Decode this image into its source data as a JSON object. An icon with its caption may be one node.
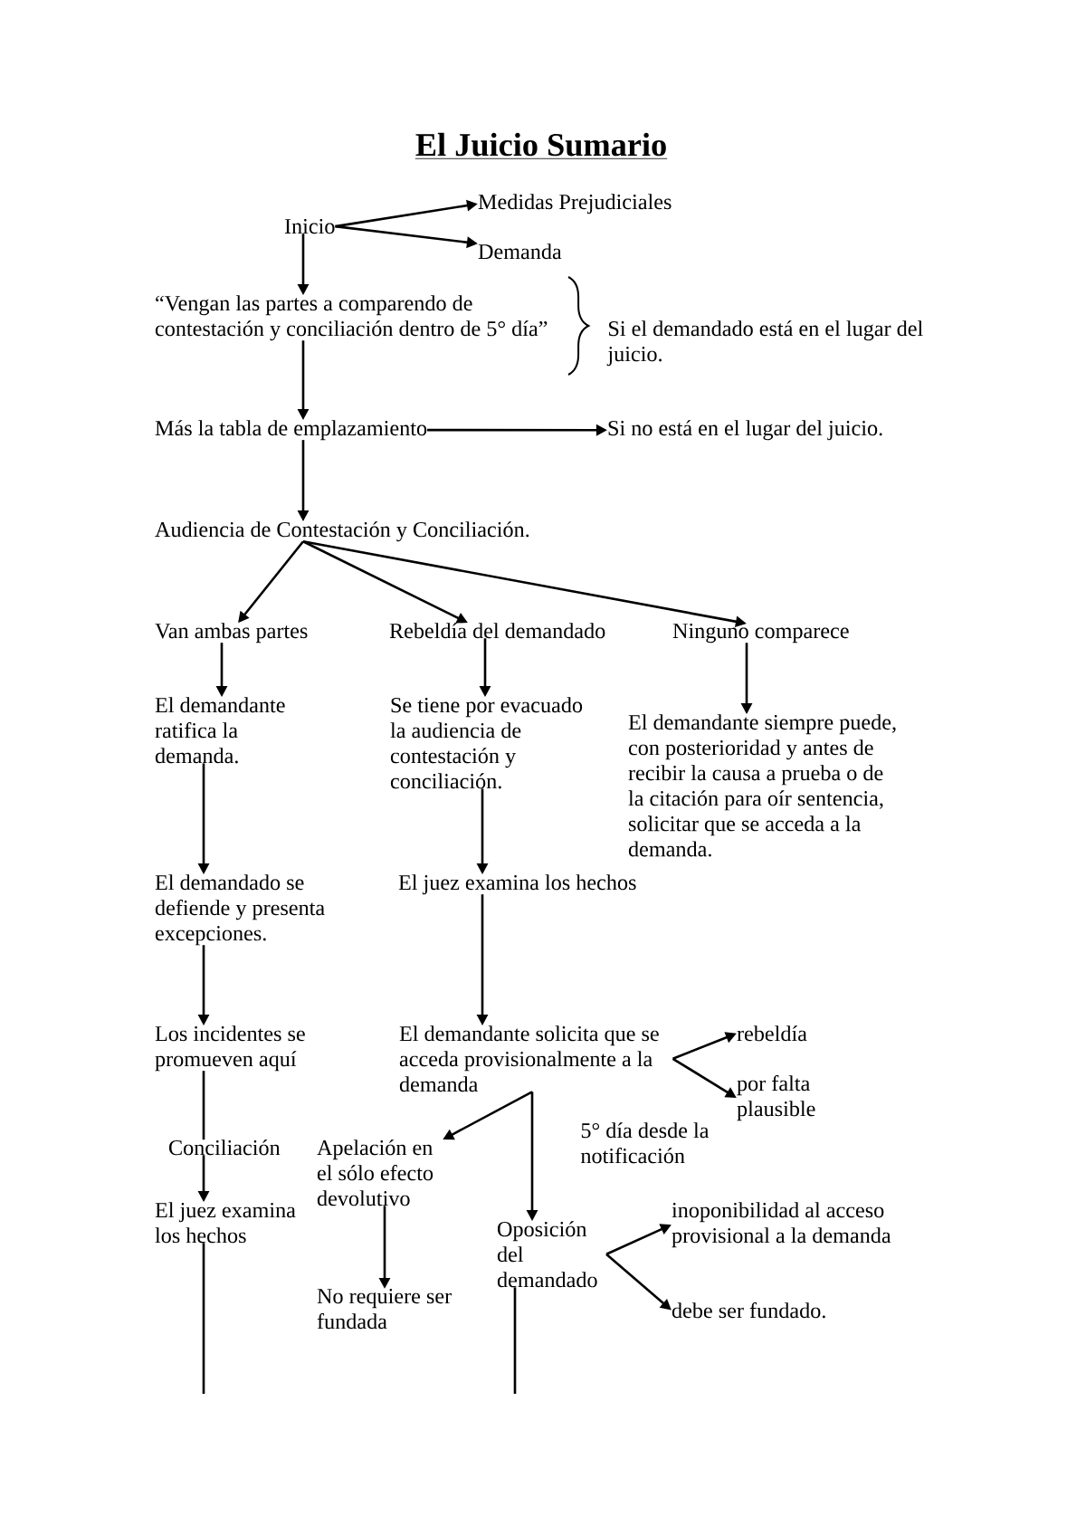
{
  "diagram": {
    "title": "El Juicio Sumario",
    "nodes": [
      {
        "text": [
          "Inicio"
        ]
      },
      {
        "text": [
          "Medidas Prejudiciales"
        ]
      },
      {
        "text": [
          "Demanda"
        ]
      },
      {
        "text": [
          "“Vengan las partes a comparendo de contestación y conciliación dentro de 5° día”"
        ]
      },
      {
        "text": [
          "Más la tabla de emplazamiento"
        ]
      },
      {
        "text": [
          "Si no está en el lugar del juicio."
        ]
      },
      {
        "text": [
          "Audiencia de Contestación y Conciliación."
        ]
      },
      {
        "text": [
          "Van ambas partes"
        ]
      },
      {
        "text": [
          "Rebeldía del demandado"
        ]
      },
      {
        "text": [
          "Ninguno comparece"
        ]
      },
      {
        "text": [
          "El demandante ratifica la demanda."
        ]
      },
      {
        "text": [
          "Se tiene por evacuado la audiencia de contestación y conciliación."
        ]
      },
      {
        "text": [
          "El demandante siempre puede, con posterioridad y antes de recibir la causa a prueba o de la citación para oír sentencia, solicitar que se acceda a la demanda."
        ]
      },
      {
        "text": [
          "El demandado se defiende y presenta excepciones."
        ]
      },
      {
        "text": [
          "El juez examina los hechos"
        ]
      },
      {
        "text": [
          "Los incidentes se promueven aquí"
        ]
      },
      {
        "text": [
          "El demandante solicita que se acceda provisionalmente a la demanda"
        ]
      },
      {
        "text": [
          "rebeldía"
        ]
      },
      {
        "text": [
          "por falta plausible"
        ]
      },
      {
        "text": [
          "Conciliación"
        ]
      },
      {
        "text": [
          "Apelación en el sólo efecto devolutivo"
        ]
      },
      {
        "text": [
          "El juez examina los hechos"
        ]
      },
      {
        "text": [
          "Oposición del demandado"
        ]
      },
      {
        "text": [
          "inoponibilidad al acceso provisional a la demanda"
        ]
      },
      {
        "text": [
          "No requiere ser fundada"
        ]
      },
      {
        "text": [
          "debe ser fundado."
        ]
      }
    ],
    "edges": [
      {
        "from": 0,
        "to": 1,
        "arrow": "to"
      },
      {
        "from": 0,
        "to": 2,
        "arrow": "to"
      },
      {
        "from": 0,
        "to": 3,
        "arrow": "to"
      },
      {
        "from": 3,
        "to": 4,
        "arrow": "to"
      },
      {
        "from": 4,
        "to": 5,
        "arrow": "to"
      },
      {
        "from": 4,
        "to": 6,
        "arrow": "to"
      },
      {
        "from": 6,
        "to": 7,
        "arrow": "to"
      },
      {
        "from": 6,
        "to": 8,
        "arrow": "to"
      },
      {
        "from": 6,
        "to": 9,
        "arrow": "to"
      },
      {
        "from": 7,
        "to": 10,
        "arrow": "to"
      },
      {
        "from": 8,
        "to": 11,
        "arrow": "to"
      },
      {
        "from": 9,
        "to": 12,
        "arrow": "to"
      },
      {
        "from": 10,
        "to": 13,
        "arrow": "to"
      },
      {
        "from": 11,
        "to": 14,
        "arrow": "to"
      },
      {
        "from": 13,
        "to": 15,
        "arrow": "to"
      },
      {
        "from": 14,
        "to": 16,
        "arrow": "to"
      },
      {
        "from": 16,
        "to": 17,
        "arrow": "to"
      },
      {
        "from": 16,
        "to": 18,
        "arrow": "to"
      },
      {
        "from": 16,
        "to": 20,
        "arrow": "to"
      },
      {
        "from": 16,
        "to": 22,
        "arrow": "to"
      },
      {
        "from": 15,
        "to": 19,
        "arrow": "none"
      },
      {
        "from": 19,
        "to": 21,
        "arrow": "to"
      },
      {
        "from": 20,
        "to": 24,
        "arrow": "to"
      },
      {
        "from": 22,
        "to": 23,
        "arrow": "to"
      },
      {
        "from": 22,
        "to": 25,
        "arrow": "to"
      },
      {
        "from": 21,
        "to": null,
        "arrow": "none"
      },
      {
        "from": 22,
        "to": null,
        "arrow": "none"
      }
    ],
    "labels": [
      "Si el demandado está en el lugar del juicio.",
      "5° día desde la notificación"
    ]
  }
}
